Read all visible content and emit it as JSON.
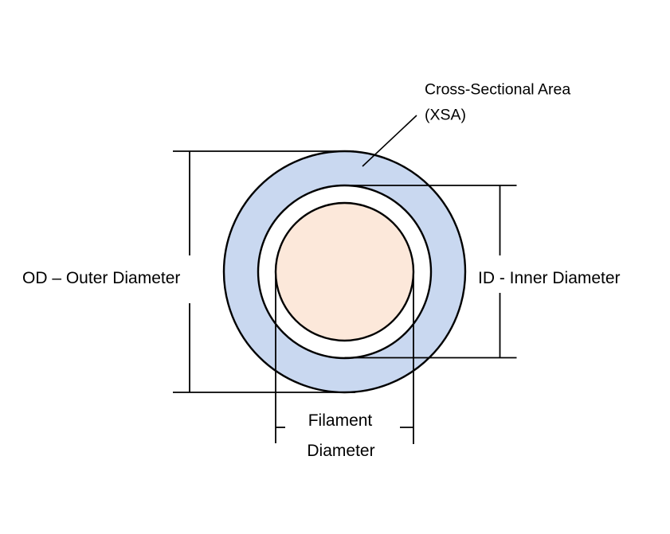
{
  "diagram": {
    "annotations": {
      "xsa": {
        "line1": "Cross-Sectional Area",
        "line2": "(XSA)"
      },
      "outer_diameter_label": "OD – Outer Diameter",
      "inner_diameter_label": "ID - Inner Diameter",
      "filament": {
        "line1": "Filament",
        "line2": "Diameter"
      }
    },
    "colors": {
      "tube_wall_fill": "#C9D8F0",
      "inner_ring_fill": "#FFFFFF",
      "filament_fill": "#FCE8DA",
      "outline": "#000000",
      "background": "#FFFFFF"
    }
  }
}
